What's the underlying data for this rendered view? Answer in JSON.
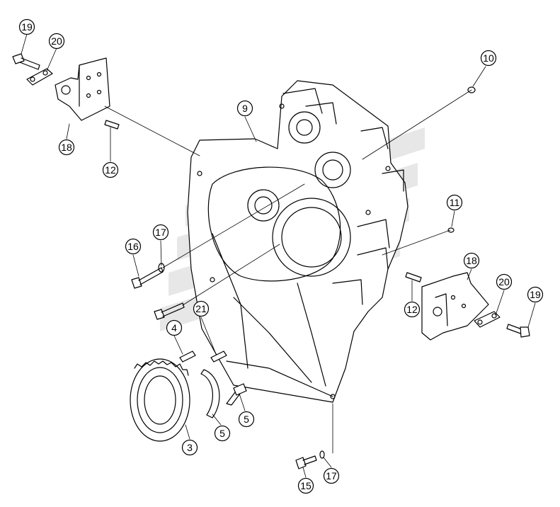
{
  "diagram": {
    "callouts": [
      {
        "id": "c19a",
        "text": "19"
      },
      {
        "id": "c20a",
        "text": "20"
      },
      {
        "id": "c18a",
        "text": "18"
      },
      {
        "id": "c12a",
        "text": "12"
      },
      {
        "id": "c9",
        "text": "9"
      },
      {
        "id": "c10",
        "text": "10"
      },
      {
        "id": "c11",
        "text": "11"
      },
      {
        "id": "c18b",
        "text": "18"
      },
      {
        "id": "c20b",
        "text": "20"
      },
      {
        "id": "c19b",
        "text": "19"
      },
      {
        "id": "c12b",
        "text": "12"
      },
      {
        "id": "c17a",
        "text": "17"
      },
      {
        "id": "c16",
        "text": "16"
      },
      {
        "id": "c21",
        "text": "21"
      },
      {
        "id": "c4",
        "text": "4"
      },
      {
        "id": "c3",
        "text": "3"
      },
      {
        "id": "c5a",
        "text": "5"
      },
      {
        "id": "c5b",
        "text": "5"
      },
      {
        "id": "c15",
        "text": "15"
      },
      {
        "id": "c17b",
        "text": "17"
      }
    ]
  }
}
